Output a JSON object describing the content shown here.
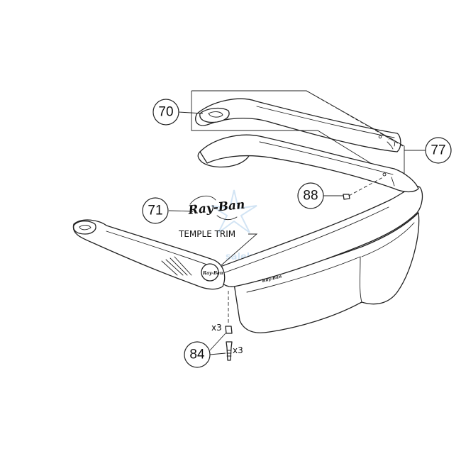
{
  "diagram": {
    "callouts": [
      {
        "id": "70",
        "label": "70"
      },
      {
        "id": "77",
        "label": "77"
      },
      {
        "id": "88",
        "label": "88"
      },
      {
        "id": "71",
        "label": "71"
      },
      {
        "id": "84",
        "label": "84"
      }
    ],
    "labels": {
      "temple_trim": "TEMPLE TRIM",
      "qty_nut": "x3",
      "qty_screw": "x3"
    },
    "logo_text": "Ray-Ban",
    "logo_small": "Ray-Ban",
    "watermark": "saleksol",
    "colors": {
      "line": "#222222",
      "background": "#ffffff",
      "watermark": "#7fb3e0"
    }
  }
}
